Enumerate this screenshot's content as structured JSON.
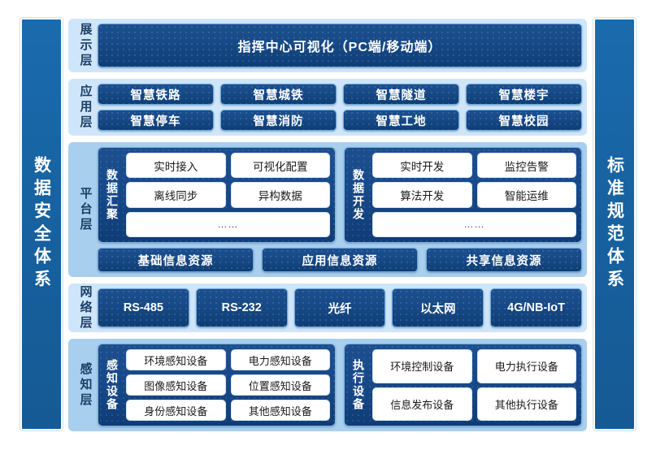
{
  "pillars": {
    "left": {
      "text": "数据安全体系"
    },
    "right": {
      "text": "标准规范体系"
    }
  },
  "colors": {
    "navy": "#17498a",
    "deep_navy": "#0f3c75",
    "pillar_blue": "#17619f",
    "panel_light": "#cfe6fa",
    "panel_mid": "#a9cfee",
    "white": "#ffffff",
    "label_text": "#1c3f66"
  },
  "layers": {
    "presentation": {
      "label": "展示层",
      "banner": "指挥中心可视化（PC端/移动端）"
    },
    "application": {
      "label": "应用层",
      "rows": [
        [
          "智慧铁路",
          "智慧城铁",
          "智慧隧道",
          "智慧楼宇"
        ],
        [
          "智慧停车",
          "智慧消防",
          "智慧工地",
          "智慧校园"
        ]
      ]
    },
    "platform": {
      "label": "平台层",
      "groups": [
        {
          "label": "数据汇聚",
          "rows": [
            [
              "实时接入",
              "可视化配置"
            ],
            [
              "离线同步",
              "异构数据"
            ]
          ],
          "ellipsis": "……"
        },
        {
          "label": "数据开发",
          "rows": [
            [
              "实时开发",
              "监控告警"
            ],
            [
              "算法开发",
              "智能运维"
            ]
          ],
          "ellipsis": "……"
        }
      ],
      "resources": [
        "基础信息资源",
        "应用信息资源",
        "共享信息资源"
      ]
    },
    "network": {
      "label": "网络层",
      "items": [
        "RS-485",
        "RS-232",
        "光纤",
        "以太网",
        "4G/NB-IoT"
      ]
    },
    "sensing": {
      "label": "感知层",
      "groups": [
        {
          "label": "感知设备",
          "rows": [
            [
              "环境感知设备",
              "电力感知设备"
            ],
            [
              "图像感知设备",
              "位置感知设备"
            ],
            [
              "身份感知设备",
              "其他感知设备"
            ]
          ]
        },
        {
          "label": "执行设备",
          "rows": [
            [
              "环境控制设备",
              "电力执行设备"
            ],
            [
              "信息发布设备",
              "其他执行设备"
            ]
          ]
        }
      ]
    }
  }
}
